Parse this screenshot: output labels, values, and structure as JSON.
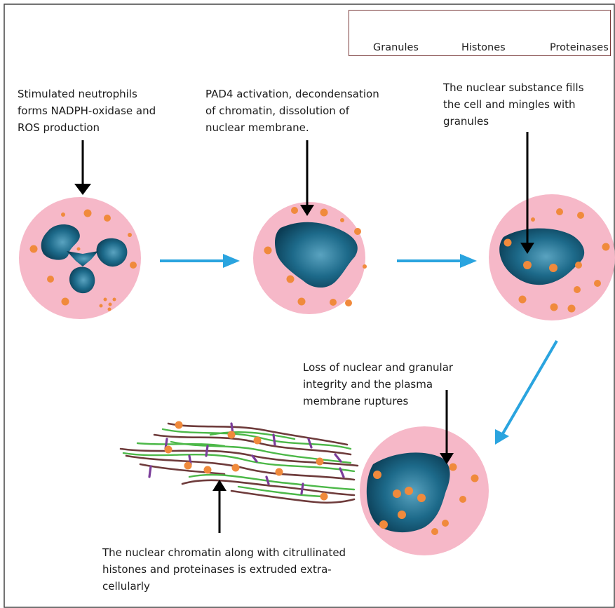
{
  "legend": {
    "granules": "Granules",
    "histones": "Histones",
    "proteinases": "Proteinases"
  },
  "steps": [
    {
      "label": "Stimulated neutrophils\nforms NADPH-oxidase and\nROS production"
    },
    {
      "label": "PAD4 activation, decondensation\nof chromatin, dissolution of\nnuclear membrane."
    },
    {
      "label": "The nuclear substance fills\nthe cell and mingles with\ngranules"
    },
    {
      "label": "Loss of nuclear and granular\nintegrity and the plasma\nmembrane ruptures"
    },
    {
      "label": "The nuclear chromatin along with citrullinated\nhistones and proteinases is extruded extra-\ncellularly"
    }
  ],
  "colors": {
    "cell": "#f6b8c8",
    "nucleus": "#0d4a64",
    "granule": "#f08a3c",
    "histone": "#4cb848",
    "proteinase": "#7b3d9a",
    "flow_arrow": "#2aa4df",
    "chromatin": "#6e3b3b"
  }
}
